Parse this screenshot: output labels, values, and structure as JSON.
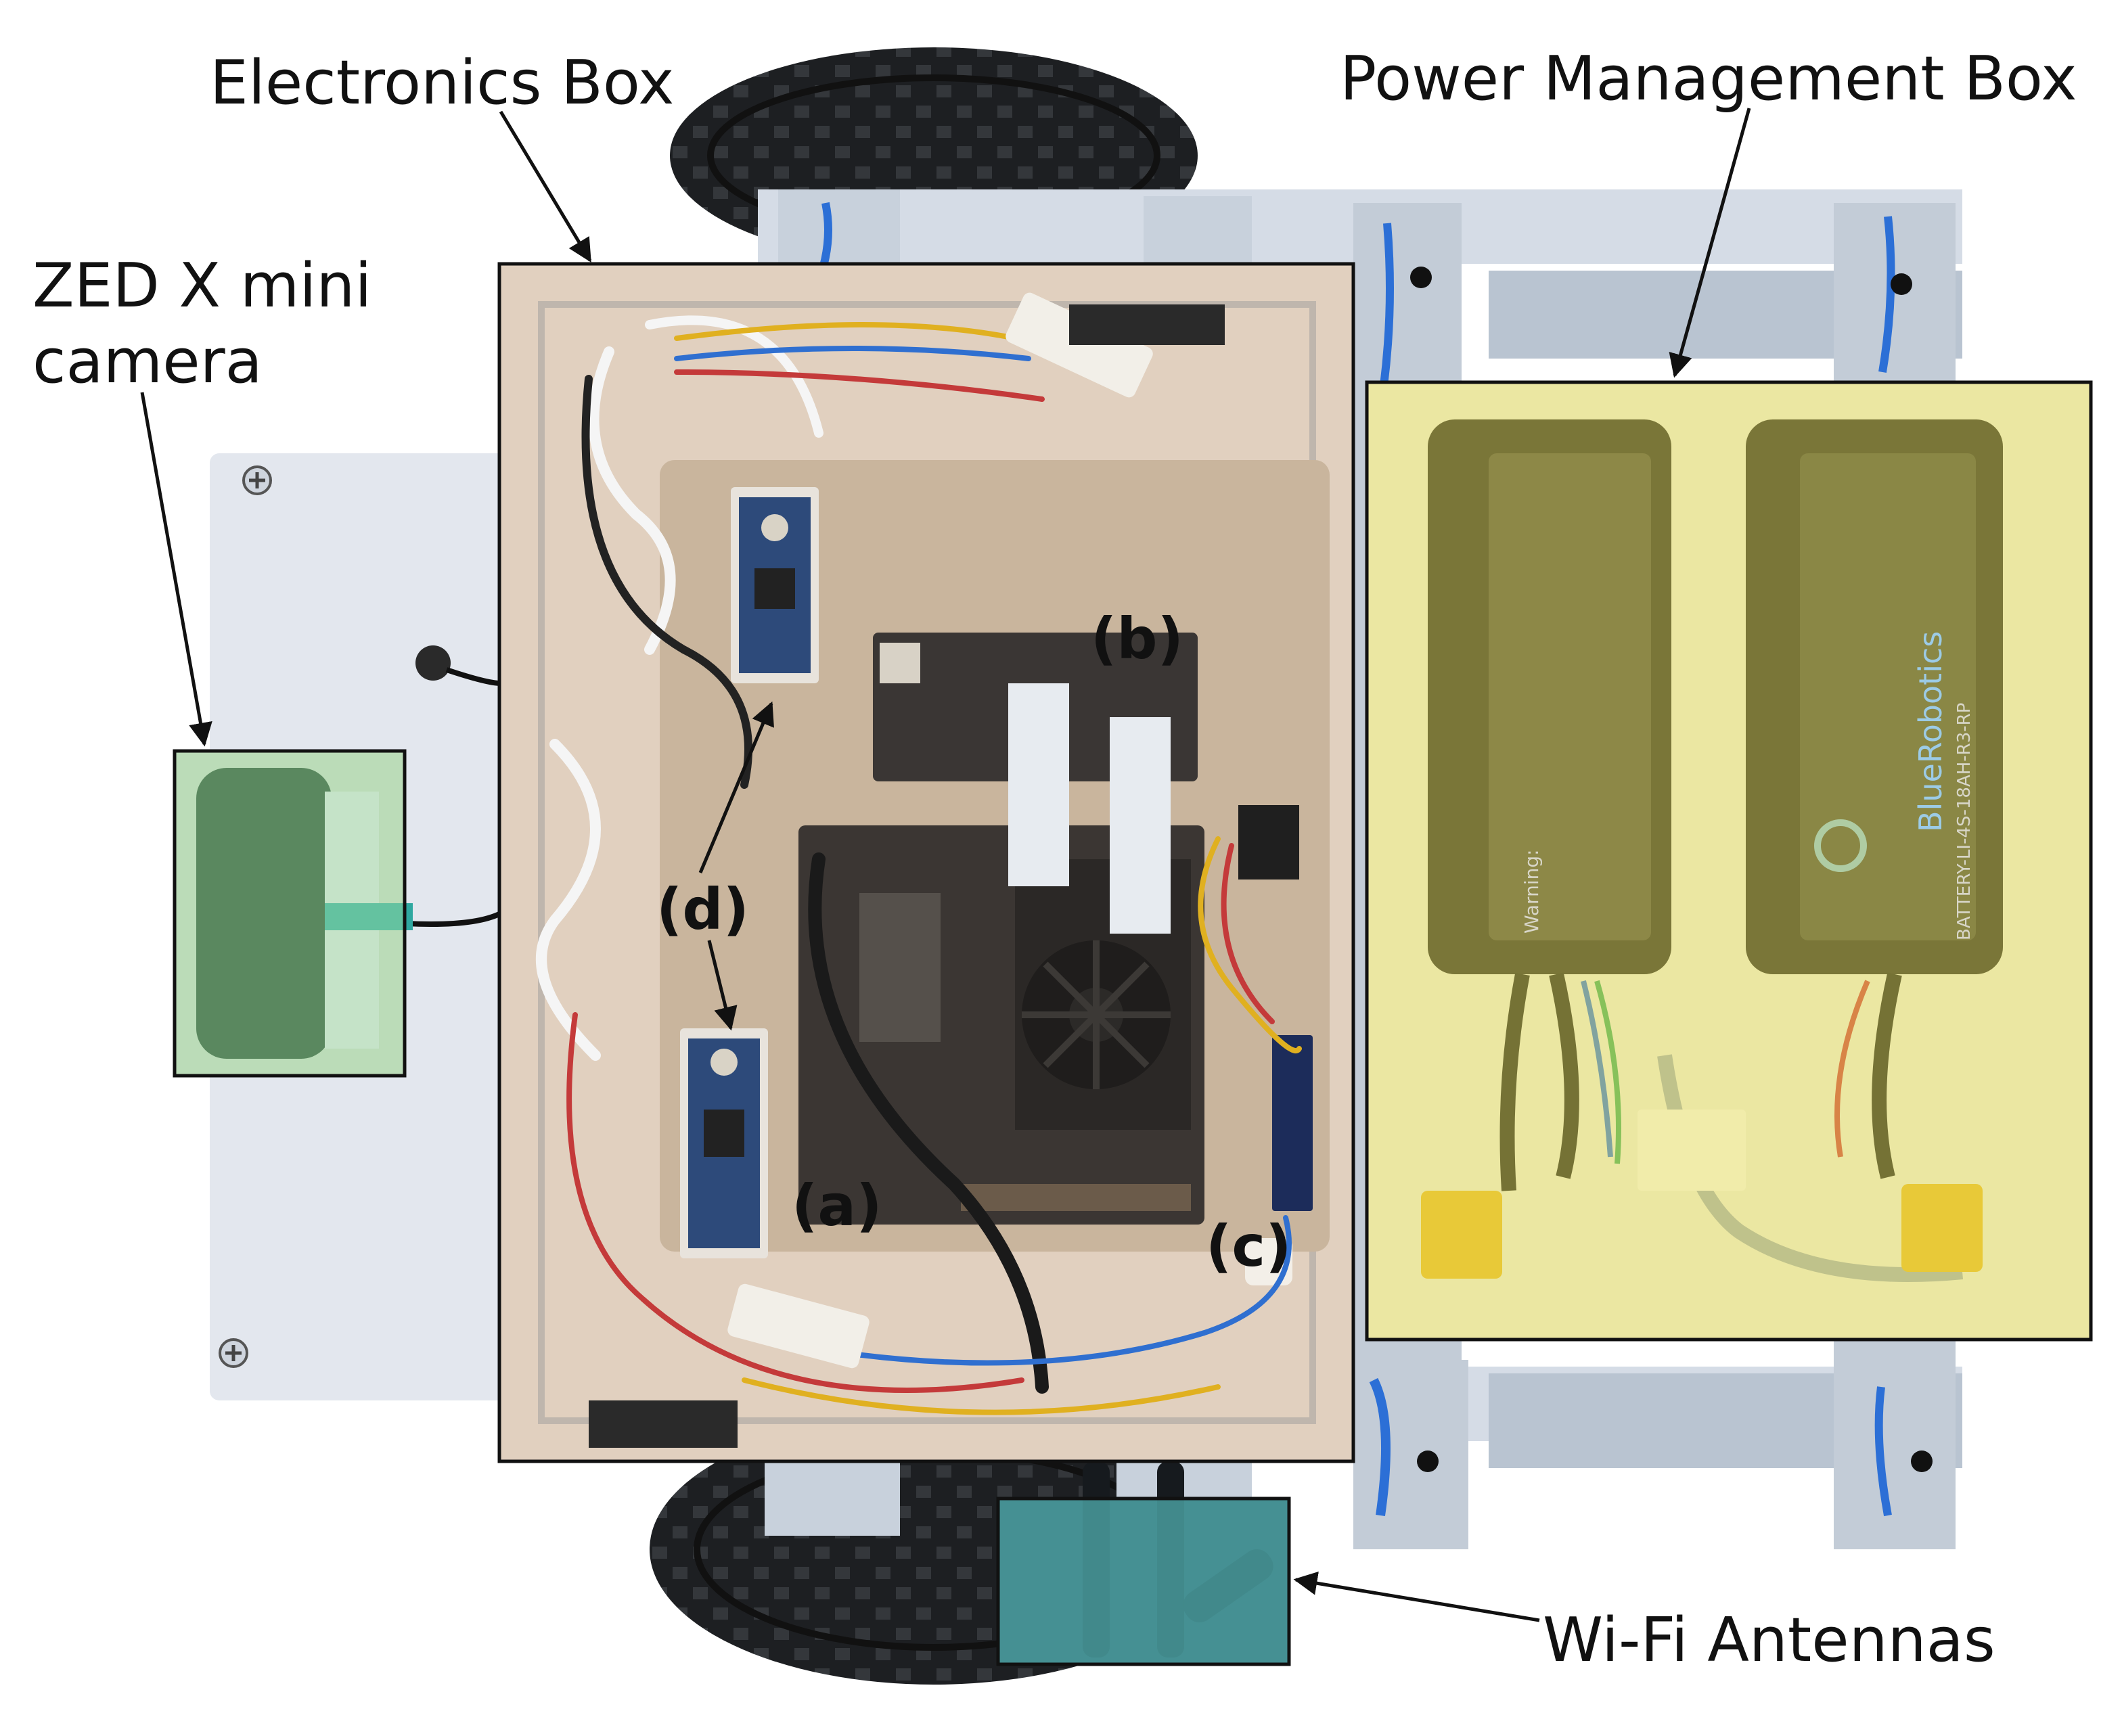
{
  "labels": {
    "electronics_box": "Electronics Box",
    "power_management_box": "Power Management Box",
    "camera_line1": "ZED X mini",
    "camera_line2": "camera",
    "wifi_antennas": "Wi-Fi Antennas",
    "a": "(a)",
    "b": "(b)",
    "c": "(c)",
    "d": "(d)"
  },
  "battery_text": {
    "brand": "BlueRobotics",
    "warning": "Warning:",
    "model": "BATTERY-LI-4S-18AH-R3-RP"
  },
  "colors": {
    "power_highlight": "#f2ec5a",
    "camera_highlight": "#a6e3a0",
    "antenna_highlight": "#5fd3d3",
    "electronics_tint": "#e9c9a6",
    "outline": "#111111"
  }
}
